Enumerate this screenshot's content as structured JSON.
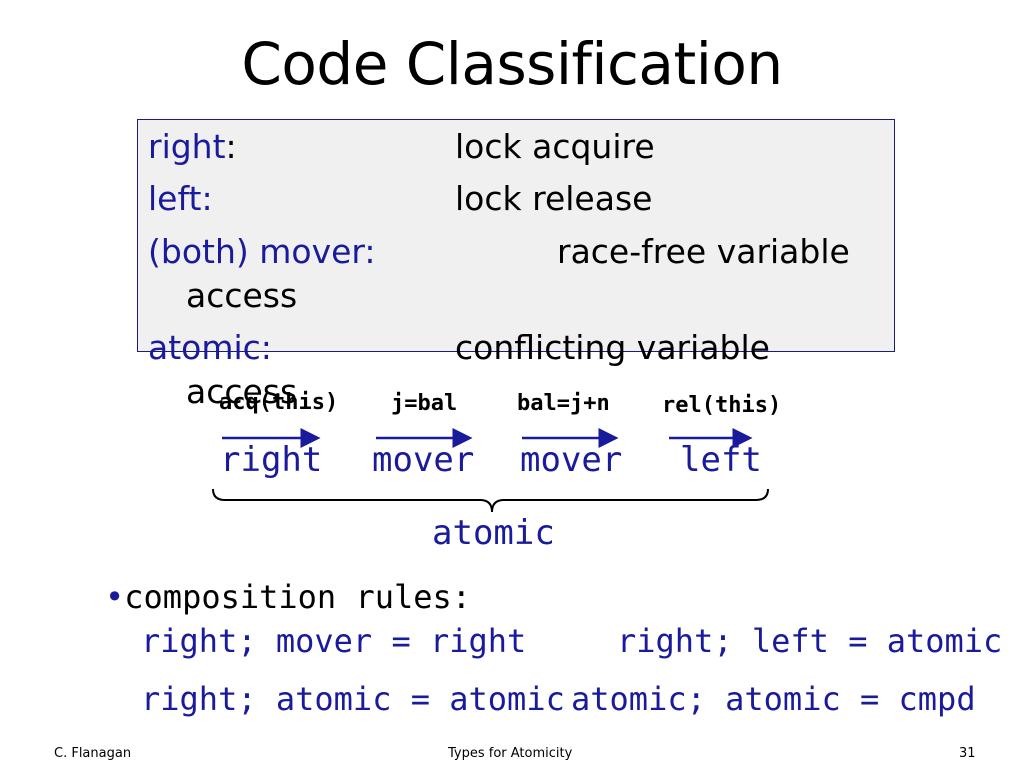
{
  "title": "Code Classification",
  "definitions": [
    {
      "term": "right",
      "term_suffix": ":",
      "desc": "lock acquire",
      "desc_cont": ""
    },
    {
      "term": "left:",
      "term_suffix": "",
      "desc": "lock release",
      "desc_cont": ""
    },
    {
      "term": "(both) mover:",
      "term_suffix": "",
      "desc": "race-free variable",
      "desc_cont": "access"
    },
    {
      "term": "atomic:",
      "term_suffix": "",
      "desc": "conflicting variable",
      "desc_cont": "access"
    }
  ],
  "code_steps": [
    {
      "code": "acq(this)",
      "class": "right"
    },
    {
      "code": "j=bal",
      "class": "mover"
    },
    {
      "code": "bal=j+n",
      "class": "mover"
    },
    {
      "code": "rel(this)",
      "class": "left"
    }
  ],
  "brace_label": "atomic",
  "composition": {
    "bullet": "•",
    "heading": "composition rules:",
    "rules": [
      "right; mover = right",
      "right; left = atomic",
      "right; atomic = atomic",
      "atomic; atomic = cmpd"
    ]
  },
  "footer": {
    "author": "C. Flanagan",
    "center": "Types for Atomicity",
    "page": "31"
  },
  "colors": {
    "accent": "#1a1a9c",
    "box_bg": "#f0f0f0",
    "box_border": "#1c1c7a"
  }
}
